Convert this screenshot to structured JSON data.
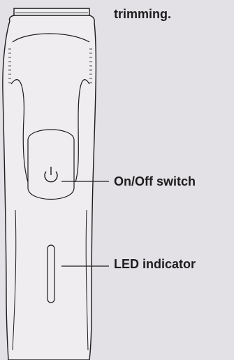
{
  "diagram": {
    "caption_fragment": "trimming.",
    "labels": {
      "power_switch": "On/Off switch",
      "led": "LED indicator"
    }
  },
  "colors": {
    "background": "#e4e1e6",
    "device_fill": "#efedf0",
    "outline": "#1c1c1c",
    "text": "#1c1c1c"
  },
  "icons": {
    "power": "power-icon"
  }
}
